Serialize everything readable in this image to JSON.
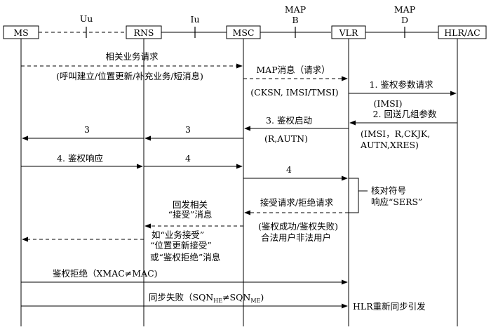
{
  "nodes": {
    "ms": "MS",
    "rns": "RNS",
    "msc": "MSC",
    "vlr": "VLR",
    "hlr": "HLR/AC"
  },
  "interfaces": {
    "uu": "Uu",
    "iu": "Iu",
    "map_b_top": "MAP",
    "map_b_bottom": "B",
    "map_d_top": "MAP",
    "map_d_bottom": "D"
  },
  "messages": {
    "service_request": "相关业务请求",
    "service_request_detail": "(呼叫建立/位置更新/补充业务/短消息)",
    "map_request": "MAP消息（请求）",
    "map_request_params": "(CKSN, IMSI/TMSI)",
    "auth_param_request": "1. 鉴权参数请求",
    "auth_param_request_imsi": "(IMSI)",
    "return_params": "2. 回送几组参数",
    "return_params_line1": "(IMSI，R,CKJK,",
    "return_params_line2": "AUTN,XRES)",
    "auth_start": "3. 鉴权启动",
    "auth_start_params": "(R,AUTN)",
    "step3_msc_rns": "3",
    "step3_rns_ms": "3",
    "auth_response": "4. 鉴权响应",
    "step4_rns_msc": "4",
    "step4_msc_vlr": "4",
    "check_line1": "核对符号",
    "check_line2": "响应“SERS”",
    "accept_reject": "接受请求/拒绝请求",
    "auth_result": "(鉴权成功/鉴权失败)",
    "user_type": "合法用户非法用户",
    "reply_line1": "回发相关",
    "reply_line2": "“接受”消息",
    "accept_msg_line1": "如“业务接受”",
    "accept_msg_line2": "“位置更新接受”",
    "accept_msg_line3": "或“鉴权拒绝”消息",
    "auth_reject": "鉴权拒绝（XMAC≠MAC)",
    "sync_fail_pre": "同步失败（SQN",
    "sync_fail_sub1": "HE",
    "sync_fail_mid": "≠SQN",
    "sync_fail_sub2": "ME",
    "sync_fail_post": ")",
    "hlr_resync": "HLR重新同步引发"
  }
}
